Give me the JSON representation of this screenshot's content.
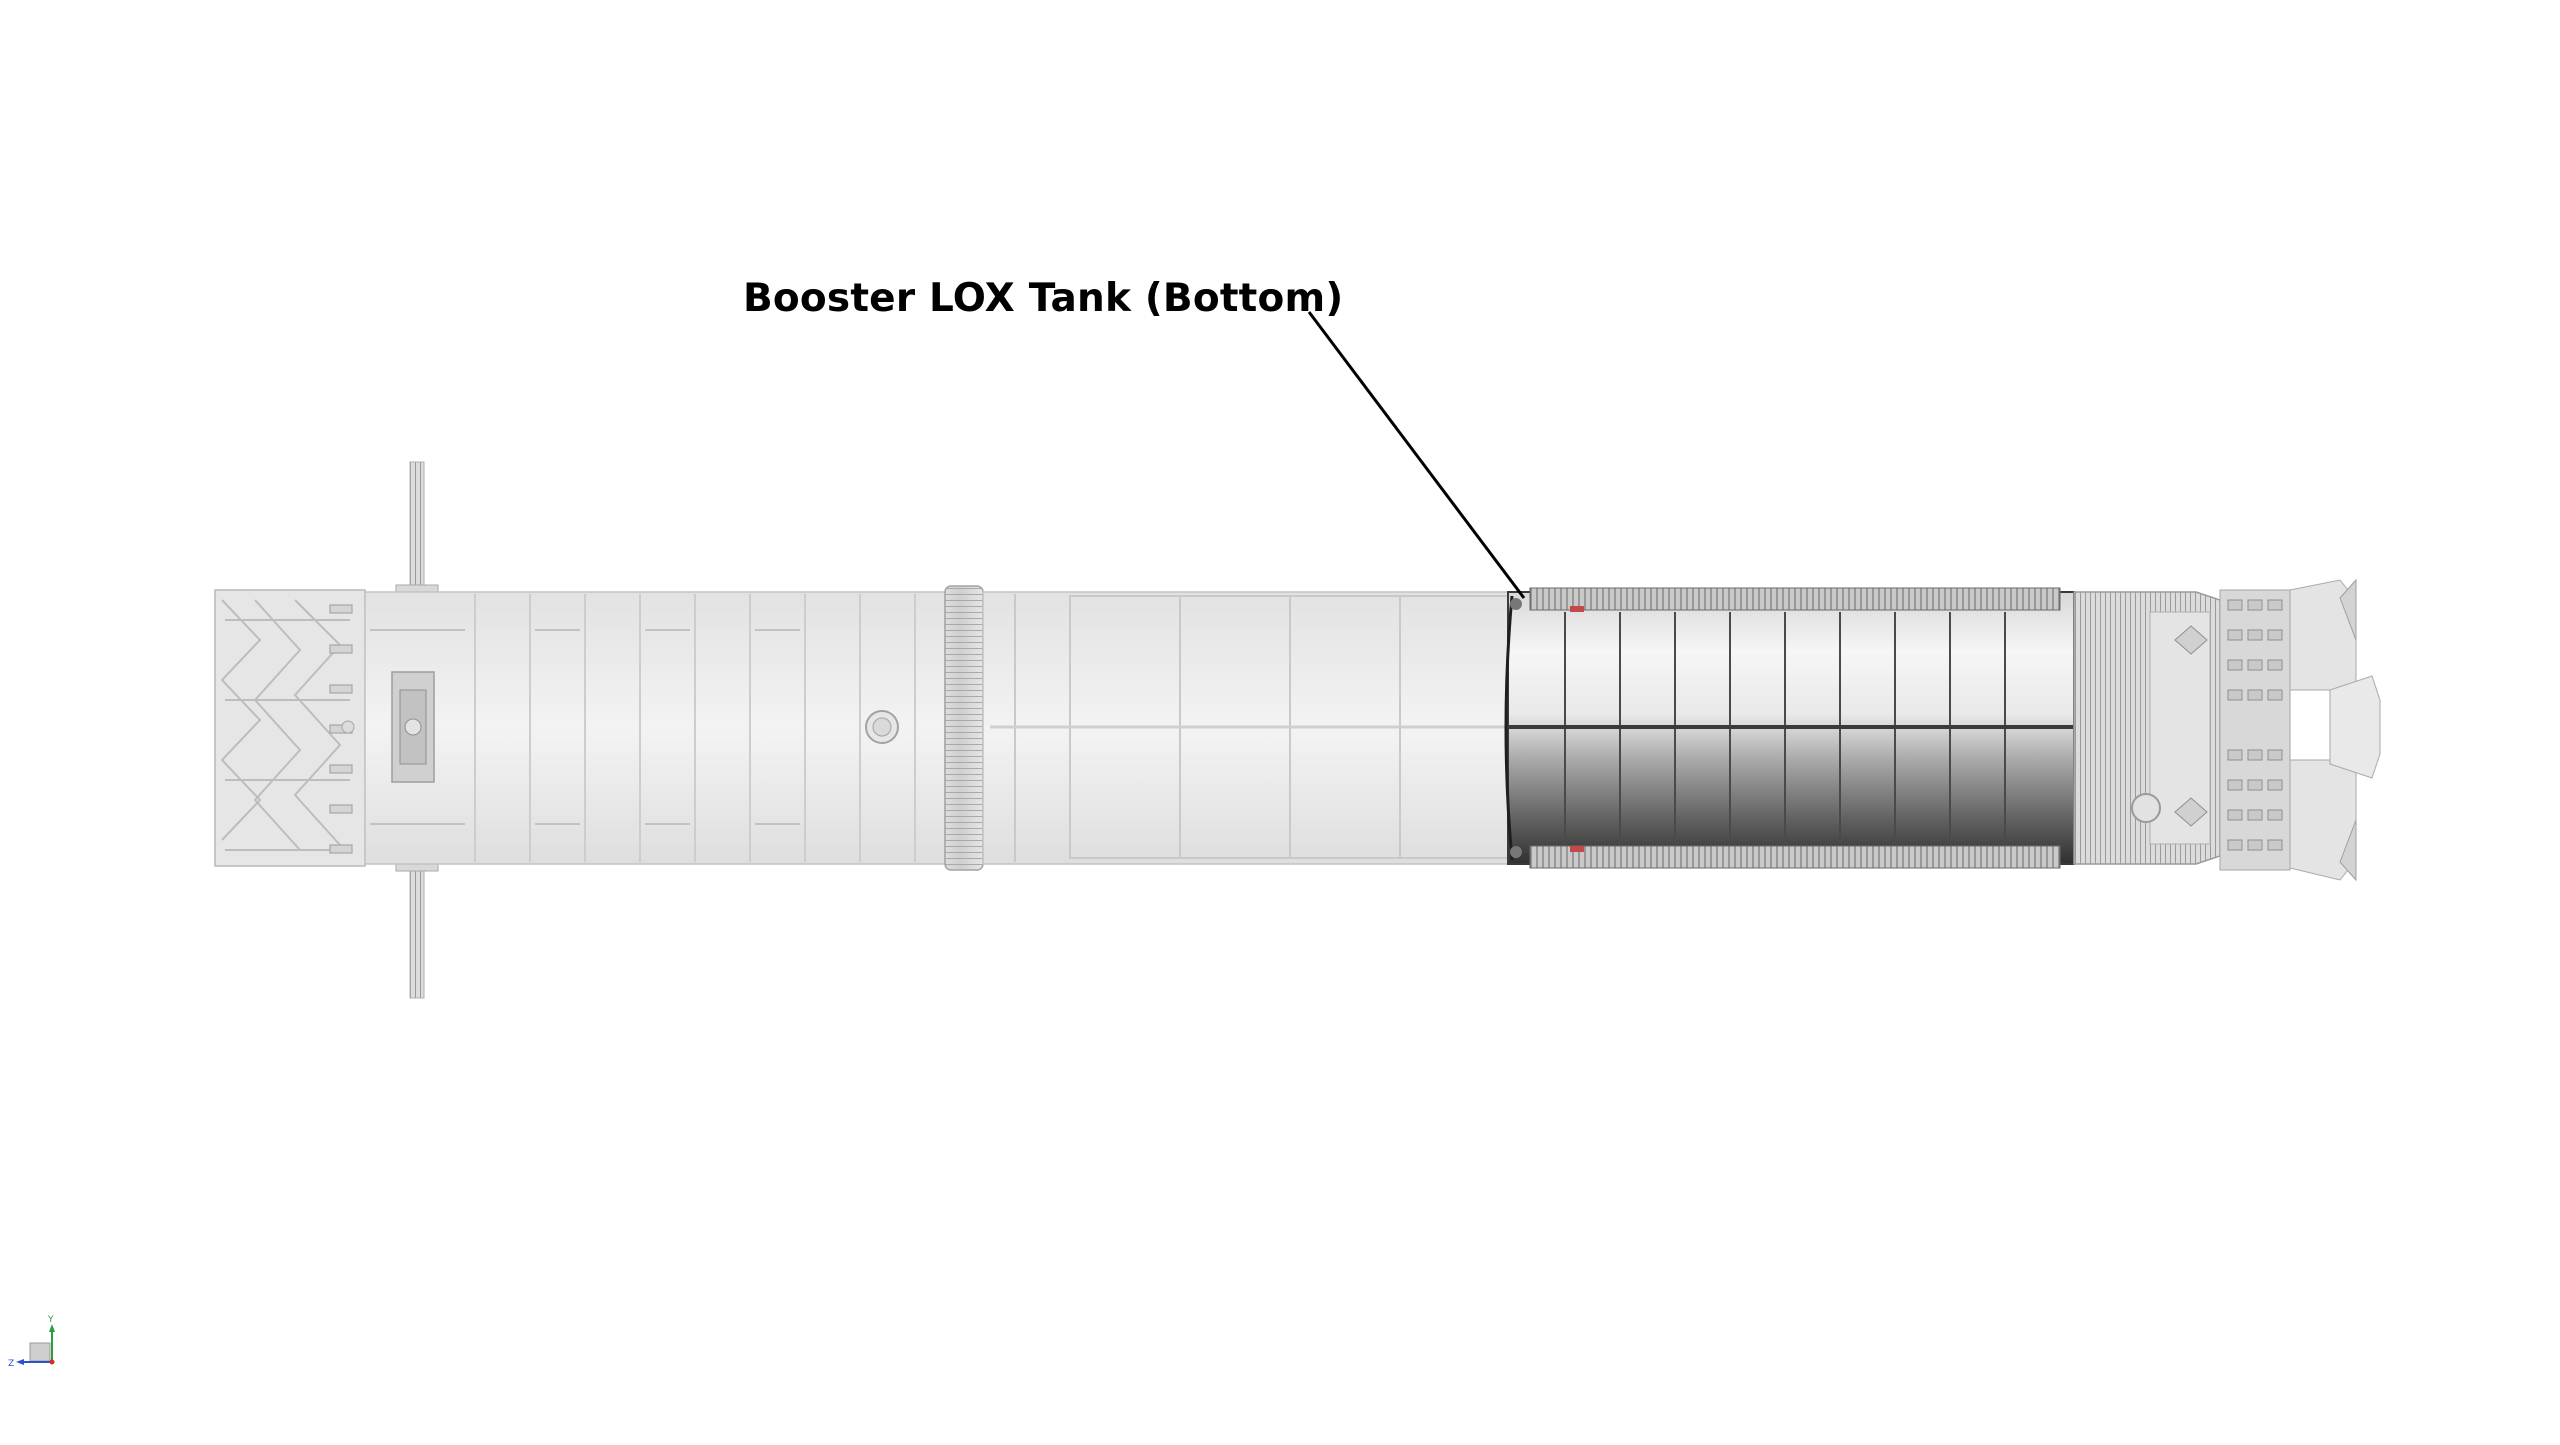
{
  "callout": {
    "label": "Booster LOX Tank (Bottom)"
  },
  "triad": {
    "y_label": "Y",
    "z_label": "Z"
  },
  "colors": {
    "background": "#ffffff",
    "body_light": "#e4e4e4",
    "line": "#b8b8b8",
    "tank_dark": "#2e2e2e",
    "leader": "#000000",
    "axis_y": "#2a9d3c",
    "axis_z": "#2d4fd1",
    "axis_x": "#d12d2d"
  }
}
